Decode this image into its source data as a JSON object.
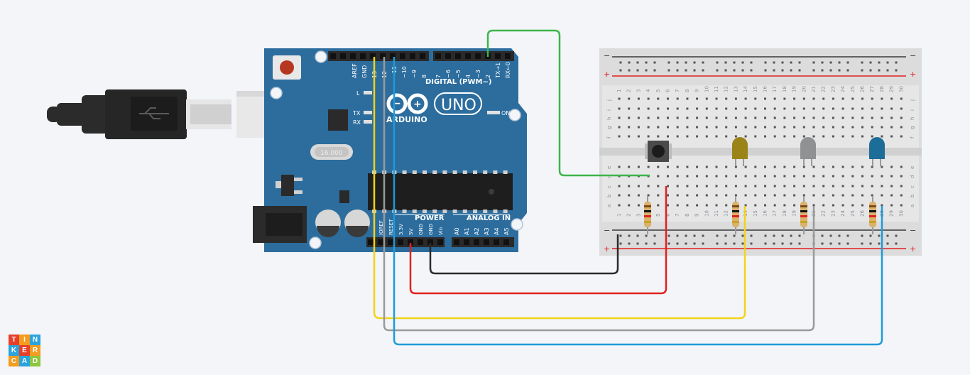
{
  "app": {
    "logo_letters": [
      "T",
      "I",
      "N",
      "K",
      "E",
      "R",
      "C",
      "A",
      "D"
    ],
    "logo_colors": [
      "#e5402c",
      "#f39c1f",
      "#2aa4dd",
      "#2aa4dd",
      "#e5402c",
      "#f39c1f",
      "#f39c1f",
      "#2aa4dd",
      "#8dc63f"
    ]
  },
  "arduino": {
    "brand": "ARDUINO",
    "model": "UNO",
    "digital_label": "DIGITAL (PWM~)",
    "power_label": "POWER",
    "analog_label": "ANALOG IN",
    "on_label": "ON",
    "l_label": "L",
    "tx_label": "TX",
    "rx_label": "RX",
    "crystal": "16.000",
    "top_pins": [
      "AREF",
      "GND",
      "13",
      "12",
      "~11",
      "~10",
      "~9",
      "8",
      "7",
      "~6",
      "~5",
      "4",
      "~3",
      "2",
      "TX→1",
      "RX←0"
    ],
    "power_pins": [
      "IOREF",
      "RESET",
      "3.3V",
      "5V",
      "GND",
      "GND",
      "Vin"
    ],
    "analog_pins": [
      "A0",
      "A1",
      "A2",
      "A3",
      "A4",
      "A5"
    ],
    "board_color": "#2c6d9e"
  },
  "breadboard": {
    "rows_top": [
      "j",
      "i",
      "h",
      "g",
      "f"
    ],
    "rows_bottom": [
      "e",
      "d",
      "c",
      "b",
      "a"
    ],
    "columns": [
      "1",
      "2",
      "3",
      "4",
      "5",
      "6",
      "7",
      "8",
      "9",
      "10",
      "11",
      "12",
      "13",
      "14",
      "15",
      "16",
      "17",
      "18",
      "19",
      "20",
      "21",
      "22",
      "23",
      "24",
      "25",
      "26",
      "27",
      "28",
      "29",
      "30"
    ],
    "minus": "−",
    "plus": "+"
  },
  "wires": {
    "green": "#3cb54a",
    "red": "#e02020",
    "black": "#2a2a2a",
    "yellow": "#f2d31b",
    "gray": "#9a9a9a",
    "blue": "#1e9bd7"
  },
  "leds": {
    "yellow": "#9a8418",
    "white": "#8f9193",
    "blue": "#1c6e98"
  }
}
